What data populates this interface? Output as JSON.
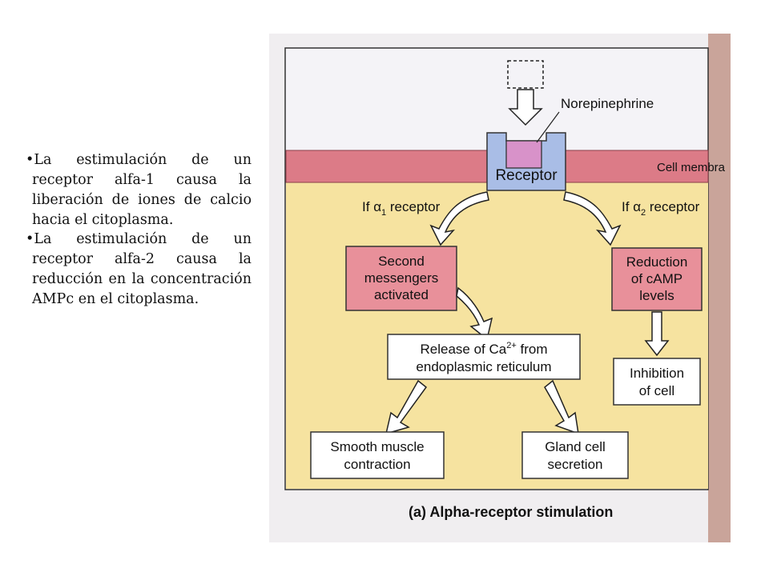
{
  "bullets": [
    "La estimulación de un receptor alfa-1 causa la liberación de iones de calcio hacia el citoplasma.",
    "La estimulación de un receptor alfa-2 causa la reducción en la concentración AMPc en el citoplasma."
  ],
  "bullet_marker": "•",
  "diagram": {
    "caption": "(a) Alpha-receptor stimulation",
    "norepinephrine": "Norepinephrine",
    "receptor": "Receptor",
    "cell_membrane": "Cell membra",
    "alpha1_if": "If",
    "alpha1_symbol": "α",
    "alpha1_sub": "1",
    "alpha1_tail": "receptor",
    "alpha2_if": "If",
    "alpha2_symbol": "α",
    "alpha2_sub": "2",
    "alpha2_tail": "receptor",
    "second_messengers": [
      "Second",
      "messengers",
      "activated"
    ],
    "reduction_camp": [
      "Reduction",
      "of cAMP",
      "levels"
    ],
    "release_ca_prefix": "Release of Ca",
    "release_ca_sup": "2+",
    "release_ca_suffix": "from",
    "release_ca_line2": "endoplasmic reticulum",
    "inhibition": [
      "Inhibition",
      "of cell"
    ],
    "smooth_muscle": [
      "Smooth muscle",
      "contraction"
    ],
    "gland_cell": [
      "Gland cell",
      "secretion"
    ]
  },
  "colors": {
    "background_top": "#f4f3f7",
    "cytoplasm": "#f6e3a0",
    "membrane": "#dc7b87",
    "receptor": "#a9bde6",
    "norepinephrine": "#d892c9",
    "effect_box": "#e8909a",
    "result_box": "#ffffff"
  }
}
